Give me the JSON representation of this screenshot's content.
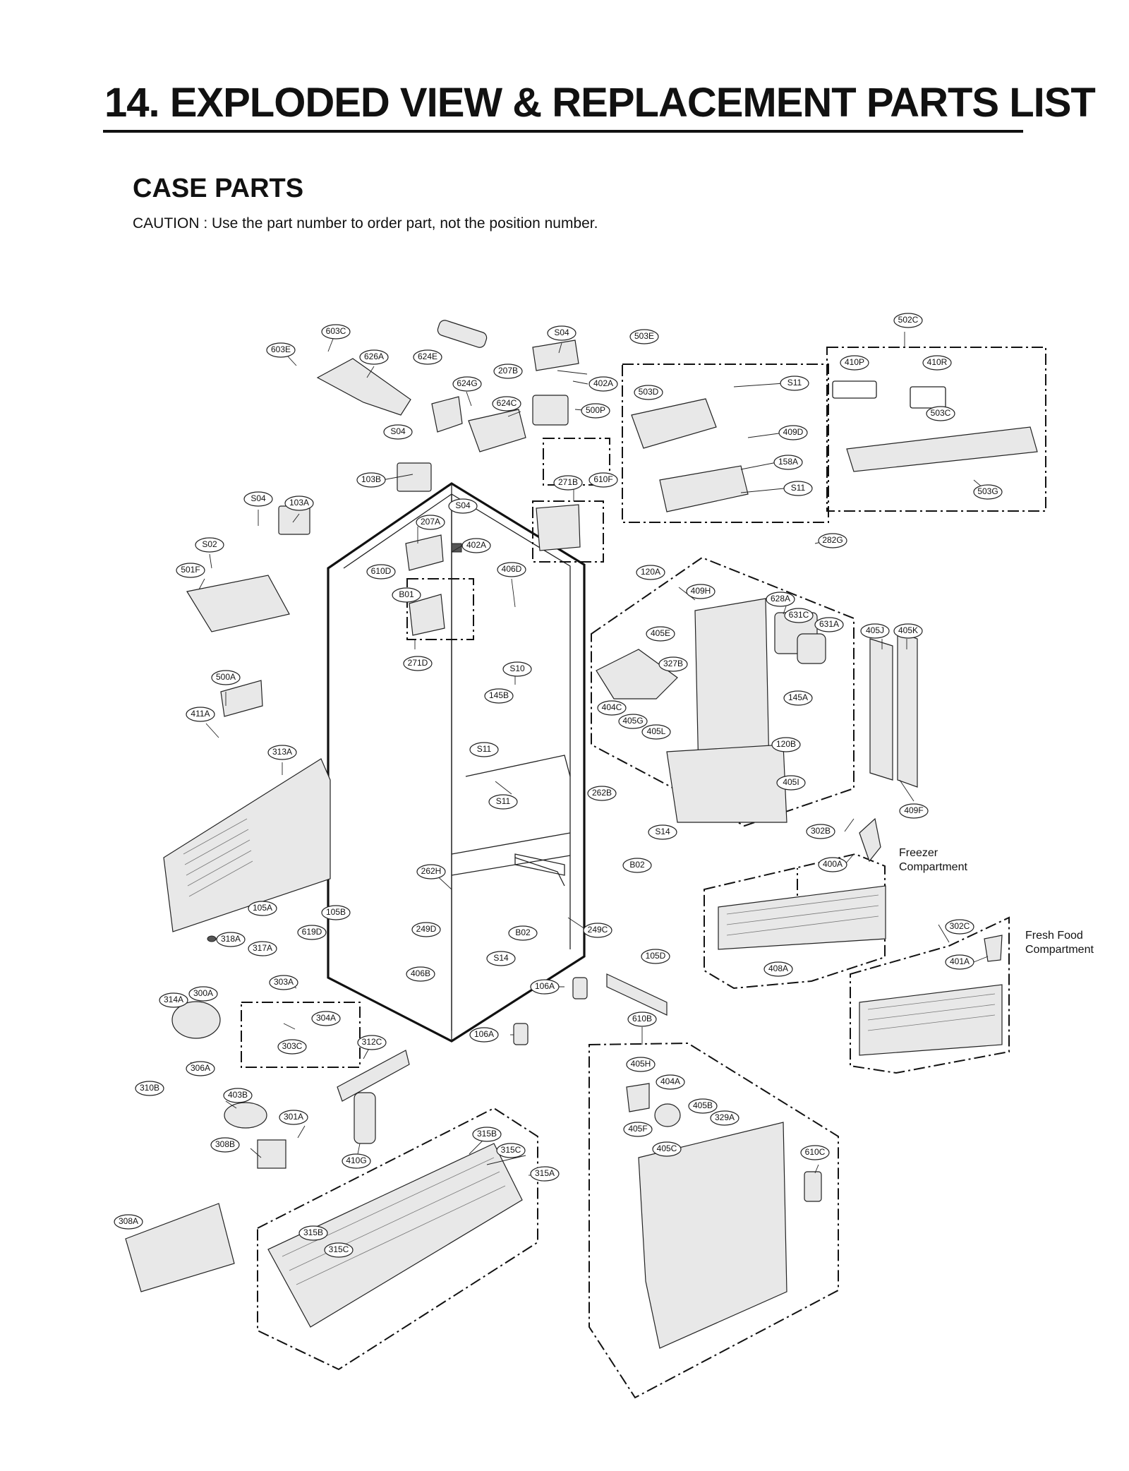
{
  "header": {
    "title": "14. EXPLODED VIEW & REPLACEMENT PARTS LIST",
    "section": "CASE PARTS",
    "caution": "CAUTION : Use the part number to order part, not the position number."
  },
  "compartments": {
    "freezer": "Freezer\nCompartment",
    "fresh_food": "Fresh Food\nCompartment"
  },
  "callouts": [
    "603C",
    "603E",
    "626A",
    "624E",
    "S04",
    "207B",
    "402A",
    "503E",
    "502C",
    "624G",
    "624C",
    "500P",
    "S04",
    "103B",
    "610F",
    "271B",
    "503D",
    "S11",
    "409D",
    "158A",
    "S11",
    "410P",
    "410R",
    "503C",
    "503G",
    "S04",
    "103A",
    "S04",
    "207A",
    "402A",
    "S02",
    "501F",
    "610D",
    "B01",
    "406D",
    "271D",
    "282G",
    "120A",
    "409H",
    "628A",
    "631C",
    "631A",
    "405E",
    "405J",
    "405K",
    "327B",
    "S10",
    "500A",
    "145B",
    "404C",
    "405G",
    "405L",
    "145A",
    "411A",
    "313A",
    "S11",
    "120B",
    "405I",
    "S11",
    "262B",
    "409F",
    "S14",
    "302B",
    "B02",
    "400A",
    "262H",
    "105A",
    "105B",
    "249D",
    "B02",
    "249C",
    "302C",
    "318A",
    "619D",
    "317A",
    "S14",
    "105D",
    "401A",
    "408A",
    "406B",
    "303A",
    "106A",
    "314A",
    "300A",
    "304A",
    "610B",
    "106A",
    "303C",
    "312C",
    "405H",
    "306A",
    "404A",
    "310B",
    "403B",
    "405B",
    "329A",
    "301A",
    "405F",
    "315B",
    "308B",
    "405C",
    "315C",
    "610C",
    "410G",
    "315A",
    "308A",
    "315B",
    "315C"
  ]
}
